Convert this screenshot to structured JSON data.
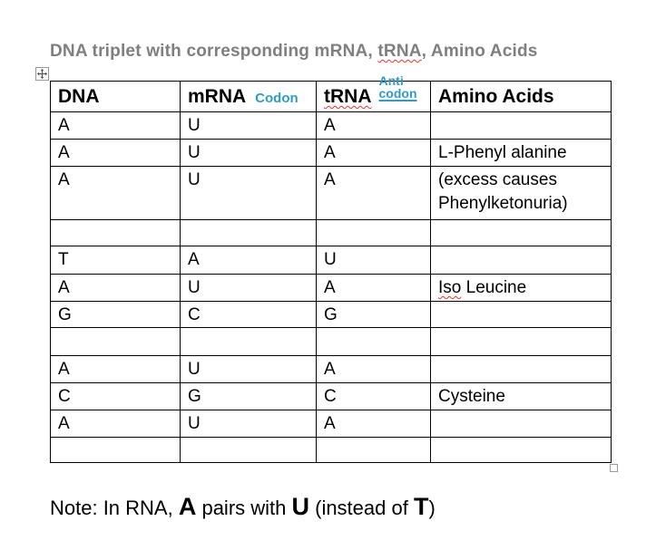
{
  "title": {
    "text_before": "DNA triplet with corresponding mRNA, ",
    "trna_word": "tRNA",
    "text_after": ", Amino Acids",
    "color": "#7f7f7f"
  },
  "colors": {
    "accent_blue": "#2b9ccb",
    "squiggle_red": "#ff2a2a",
    "table_border": "#000000",
    "title_gray": "#7f7f7f",
    "handle_gray": "#9a9a9a"
  },
  "icons": {
    "move_handle": "table-move-handle-icon",
    "resize_handle": "table-resize-handle"
  },
  "table": {
    "headers": {
      "dna": "DNA",
      "mrna": "mRNA",
      "mrna_tag": "Codon",
      "trna": "tRNA",
      "trna_tag_line1": "Anti",
      "trna_tag_line2": "codon",
      "amino": "Amino Acids"
    },
    "rows": [
      {
        "dna": "A",
        "mrna": "U",
        "trna": "A",
        "amino": ""
      },
      {
        "dna": "A",
        "mrna": "U",
        "trna": "A",
        "amino": "L-Phenyl alanine"
      },
      {
        "dna": "A",
        "mrna": "U",
        "trna": "A",
        "amino": "(excess causes Phenylketonuria)"
      },
      {
        "dna": "",
        "mrna": "",
        "trna": "",
        "amino": ""
      },
      {
        "dna": "T",
        "mrna": "A",
        "trna": "U",
        "amino": ""
      },
      {
        "dna": "A",
        "mrna": "U",
        "trna": "A",
        "amino_word1": "Iso",
        "amino_word2": " Leucine"
      },
      {
        "dna": "G",
        "mrna": "C",
        "trna": "G",
        "amino": ""
      },
      {
        "dna": "",
        "mrna": "",
        "trna": "",
        "amino": ""
      },
      {
        "dna": "A",
        "mrna": "U",
        "trna": "A",
        "amino": ""
      },
      {
        "dna": "C",
        "mrna": "G",
        "trna": "C",
        "amino": "Cysteine"
      },
      {
        "dna": "A",
        "mrna": "U",
        "trna": "A",
        "amino": ""
      },
      {
        "dna": "",
        "mrna": "",
        "trna": "",
        "amino": ""
      }
    ]
  },
  "note": {
    "segments": [
      {
        "text": "Note: In RNA, "
      },
      {
        "text": "A",
        "bold": true
      },
      {
        "text": " pairs with "
      },
      {
        "text": "U",
        "bold": true
      },
      {
        "text": " (instead of "
      },
      {
        "text": "T",
        "bold": true
      },
      {
        "text": ")"
      }
    ]
  }
}
